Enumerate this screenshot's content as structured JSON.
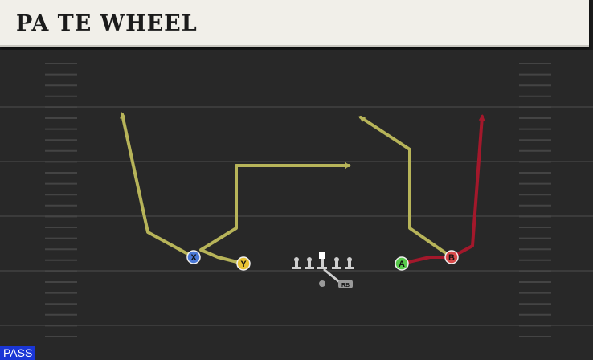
{
  "play": {
    "title": "PA TE WHEEL",
    "type_badge": "PASS"
  },
  "players": {
    "X": {
      "label": "X",
      "color": "#4a78d6"
    },
    "Y": {
      "label": "Y",
      "color": "#e8c234"
    },
    "A": {
      "label": "A",
      "color": "#58c94a"
    },
    "B": {
      "label": "B",
      "color": "#d84a4a"
    },
    "RB": {
      "label": "RB"
    }
  },
  "colors": {
    "field": "#282828",
    "yard_line": "#3b3b3b",
    "hash": "#444444",
    "route_primary": "#b7b459",
    "route_hot": "#a3182b",
    "lineman": "#cfcfcf"
  }
}
